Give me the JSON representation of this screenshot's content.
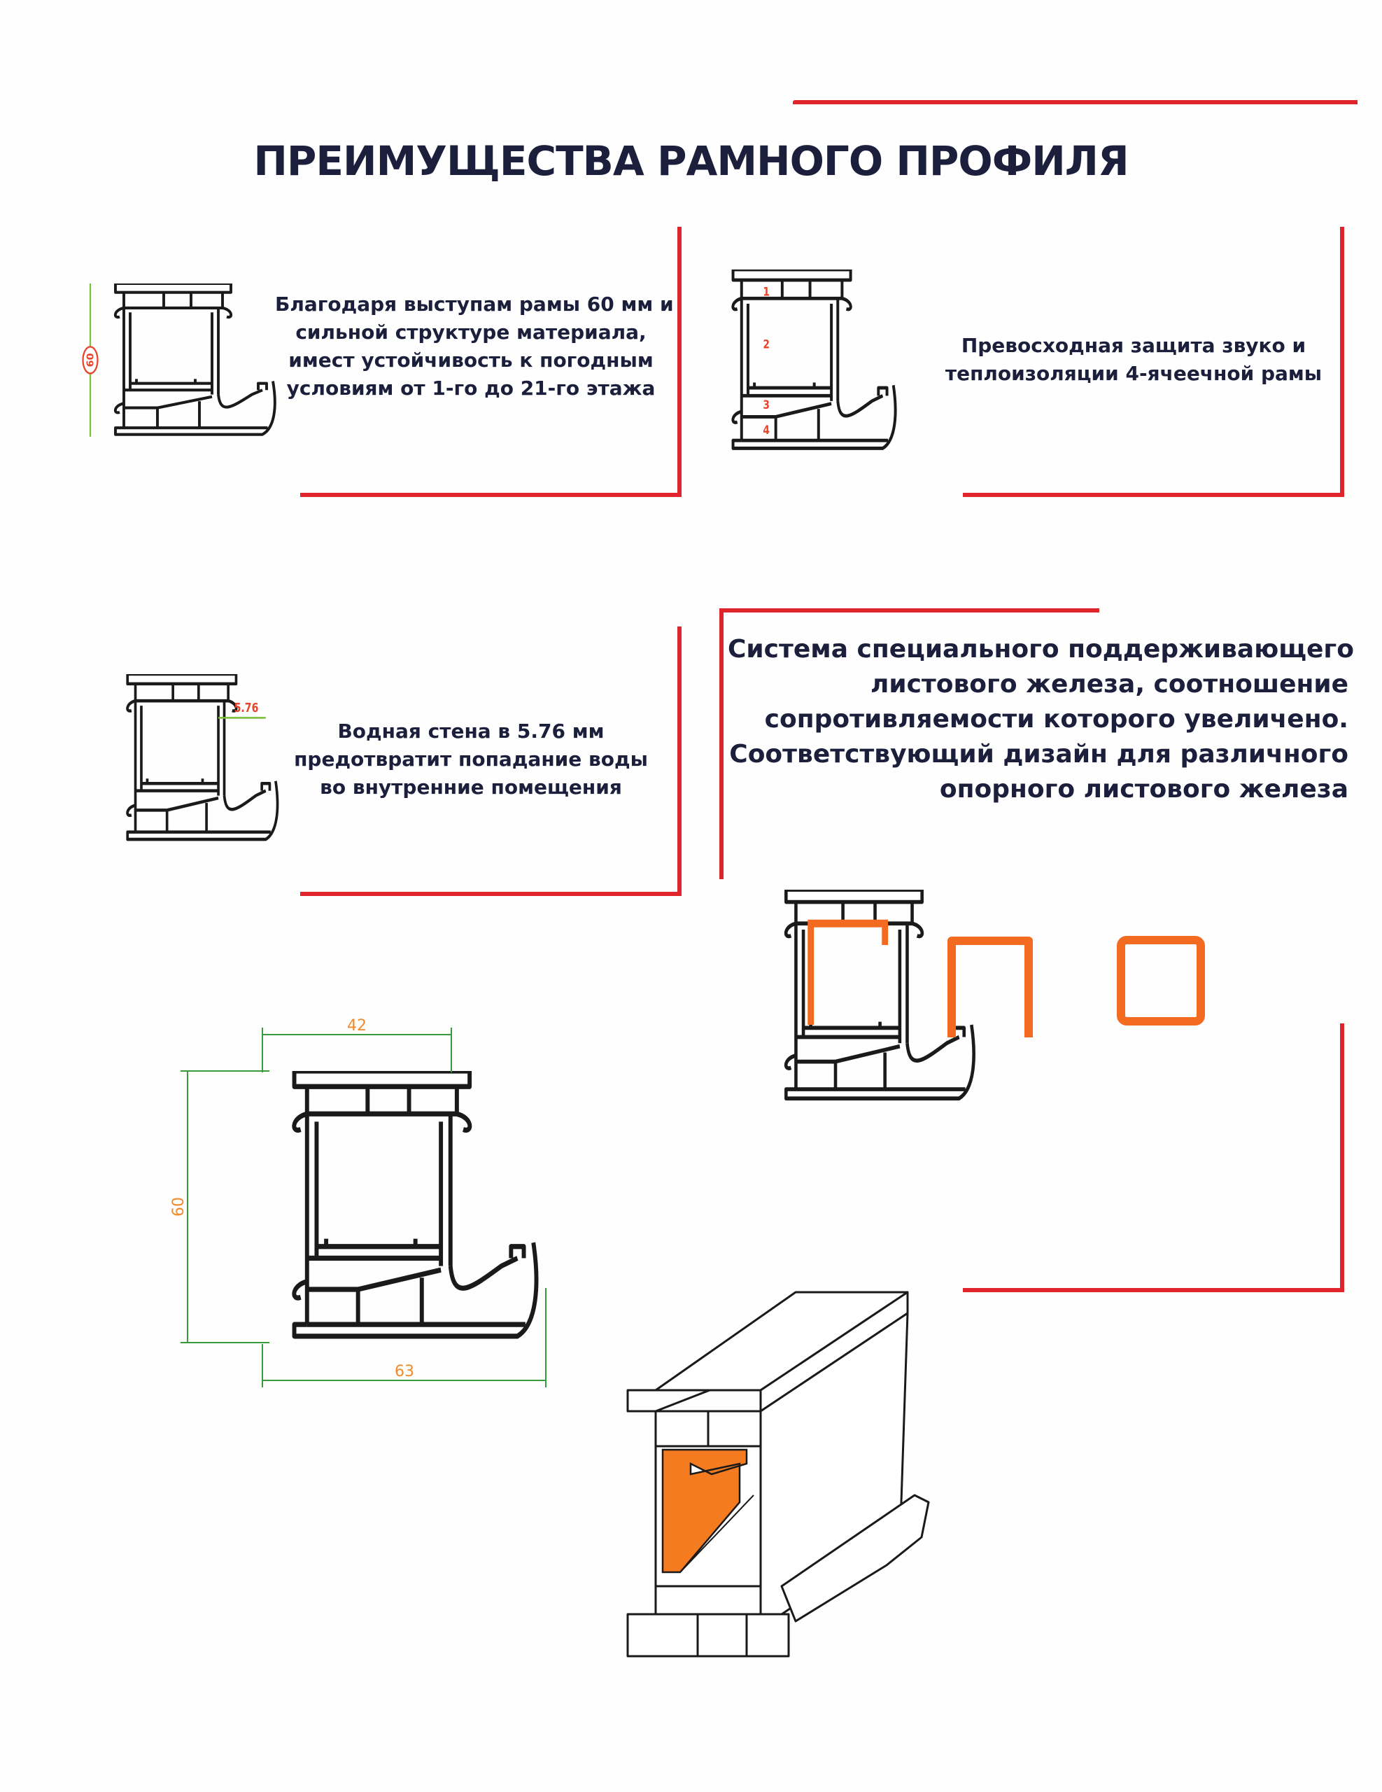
{
  "title": "ПРЕИМУЩЕСТВА РАМНОГО ПРОФИЛЯ",
  "cards": [
    {
      "lines": [
        "Благодаря выступам рамы 60 мм и",
        "сильной структуре материала,",
        "имест устойчивость к погодным",
        "условиям от 1-го до 21-го этажа"
      ],
      "badge": "60"
    },
    {
      "lines": [
        "Превосходная защита звуко и",
        "теплоизоляции 4-ячеечной рамы"
      ],
      "chambers": [
        "1",
        "2",
        "3",
        "4"
      ]
    },
    {
      "lines": [
        "Водная стена в 5.76 мм",
        "предотвратит попадание воды",
        "во внутренние помещения"
      ],
      "dimension": "5.76"
    },
    {
      "lines": [
        "Система специального поддерживающего",
        "листового железа, соотношение",
        "сопротивляемости которого увеличено.",
        "Соответствующий дизайн для различного",
        "опорного листового железа"
      ]
    }
  ],
  "drawing": {
    "width": "42",
    "height": "60",
    "depth": "63"
  },
  "colors": {
    "accent": "#e0242b",
    "text": "#1b1f3b",
    "steel": "#f26b21"
  }
}
